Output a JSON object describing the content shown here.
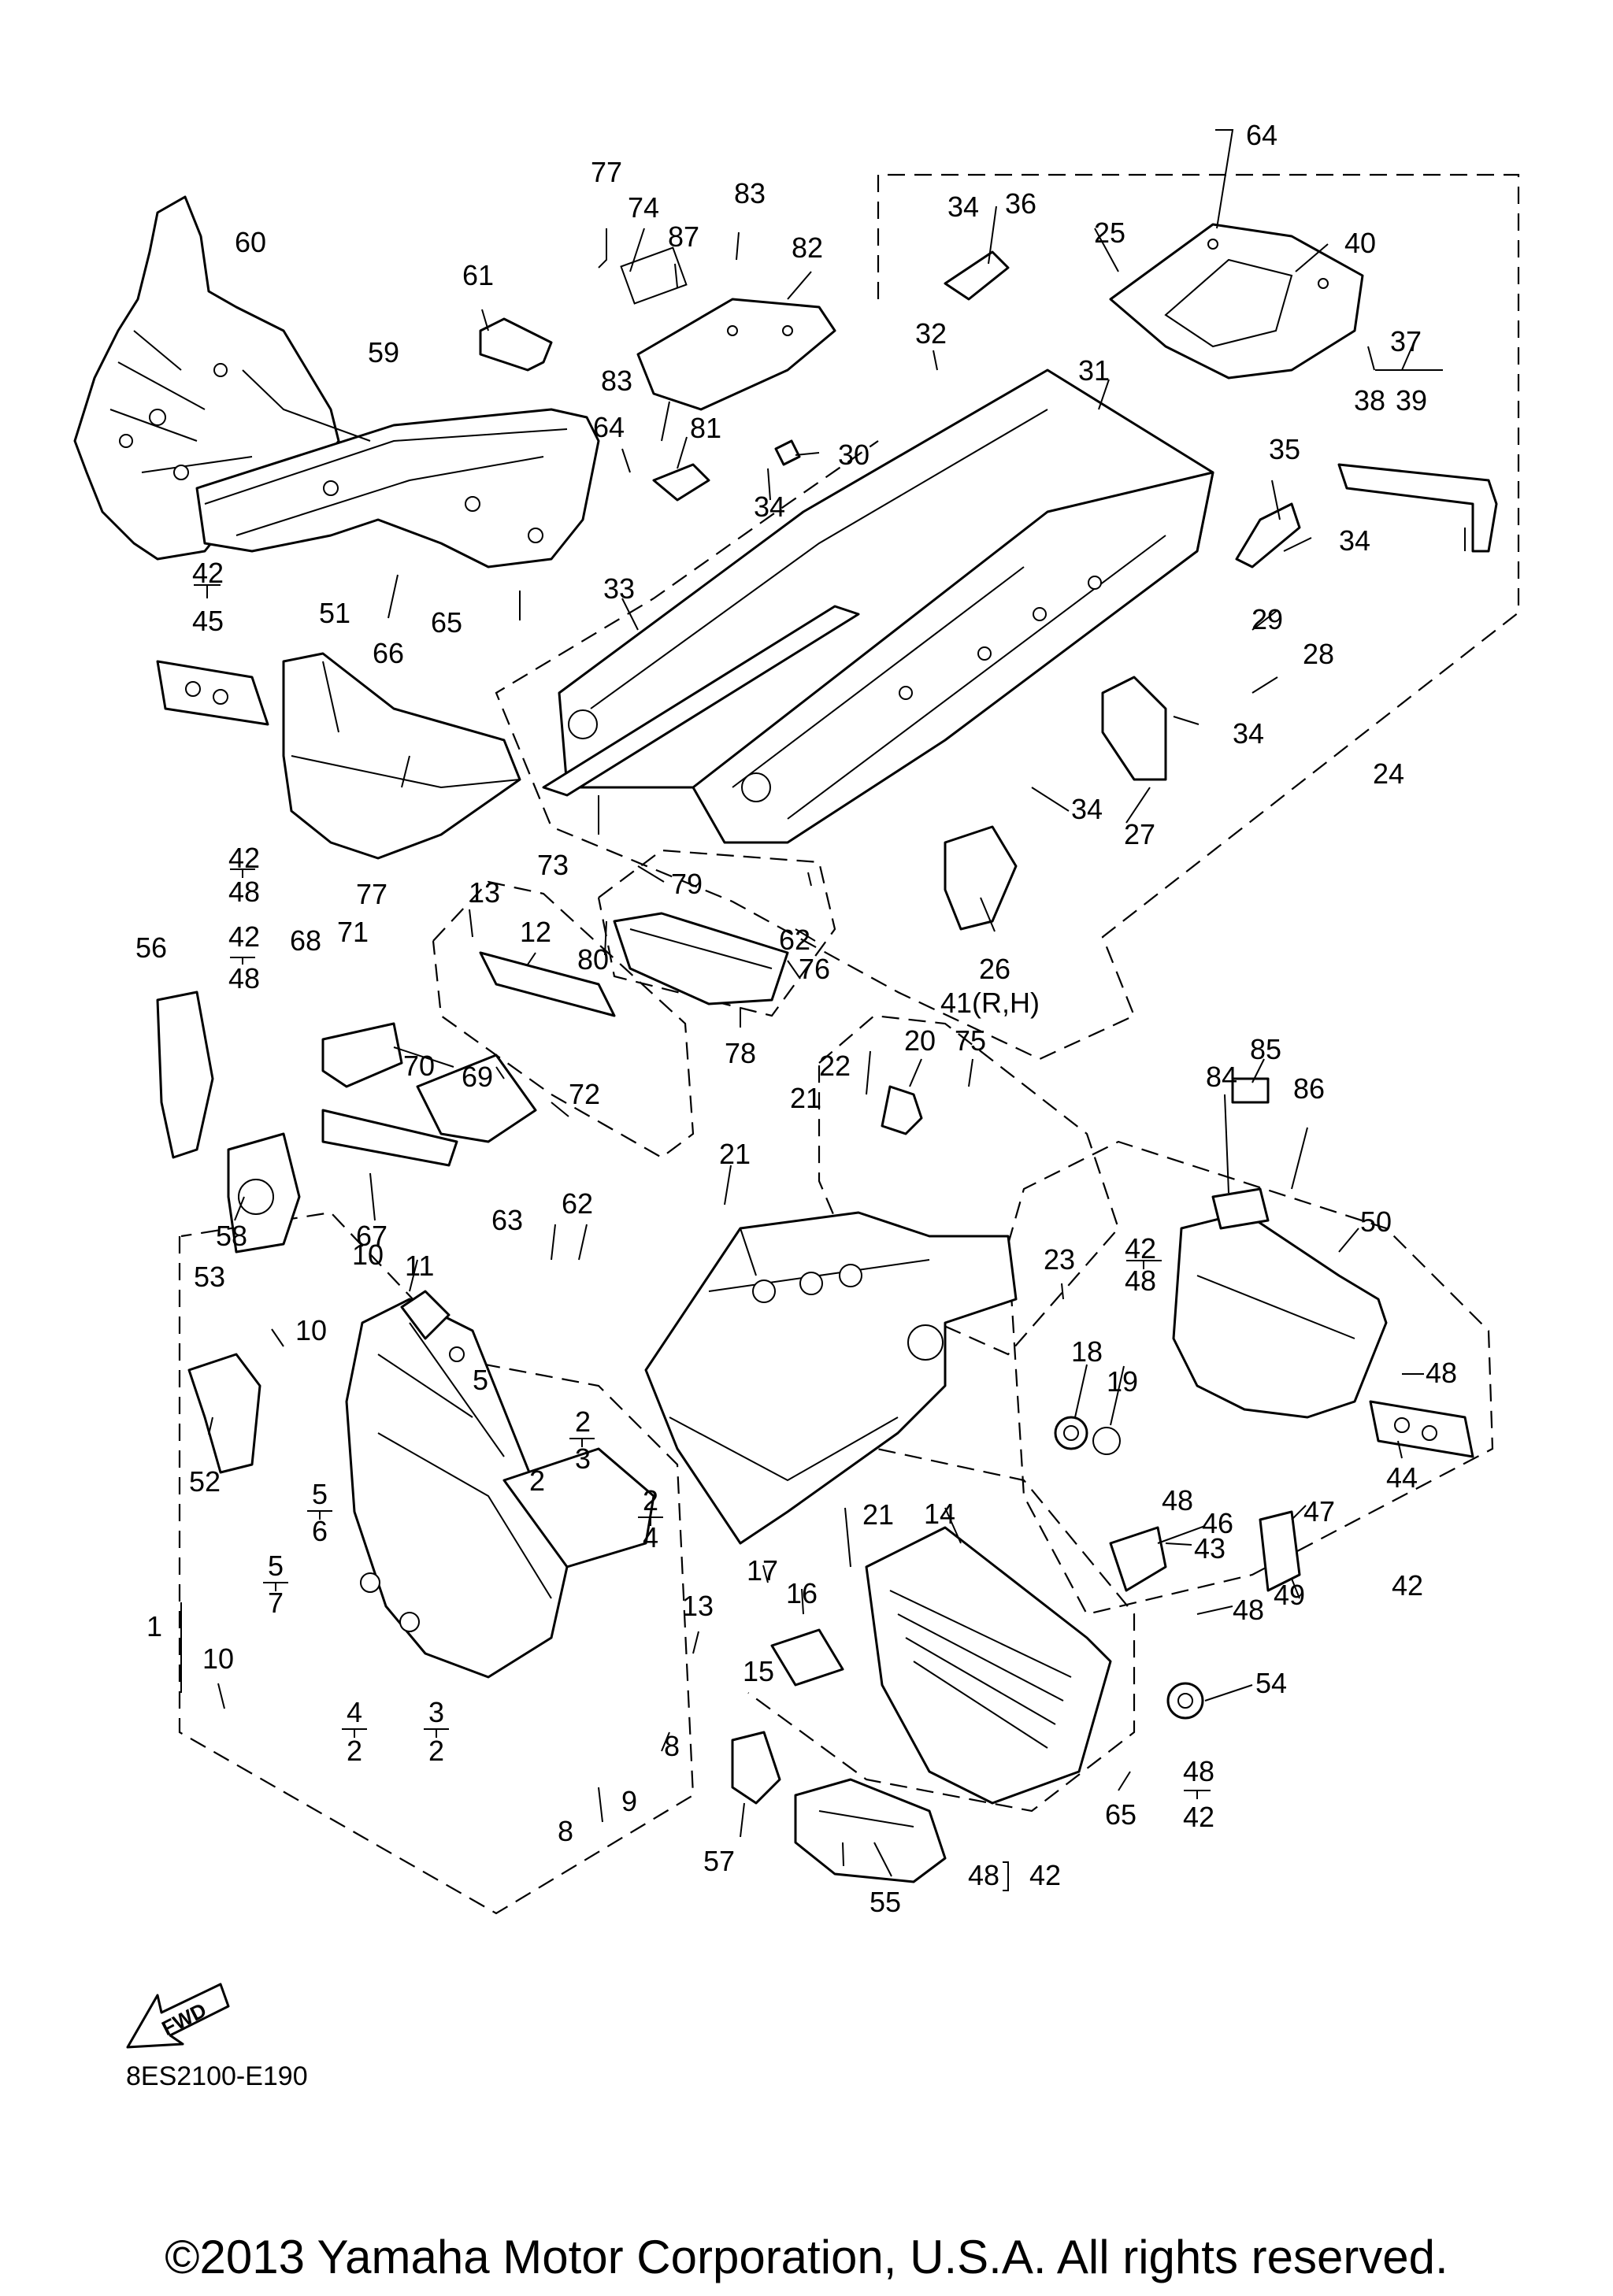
{
  "diagram": {
    "labels": [
      {
        "id": "l64a",
        "text": "64"
      },
      {
        "id": "l77a",
        "text": "77"
      },
      {
        "id": "l74",
        "text": "74"
      },
      {
        "id": "l83a",
        "text": "83"
      },
      {
        "id": "l87",
        "text": "87"
      },
      {
        "id": "l82",
        "text": "82"
      },
      {
        "id": "l34a",
        "text": "34"
      },
      {
        "id": "l36",
        "text": "36"
      },
      {
        "id": "l25",
        "text": "25"
      },
      {
        "id": "l40",
        "text": "40"
      },
      {
        "id": "l60",
        "text": "60"
      },
      {
        "id": "l61",
        "text": "61"
      },
      {
        "id": "l32",
        "text": "32"
      },
      {
        "id": "l31",
        "text": "31"
      },
      {
        "id": "l37",
        "text": "37"
      },
      {
        "id": "l38",
        "text": "38"
      },
      {
        "id": "l39",
        "text": "39"
      },
      {
        "id": "l59",
        "text": "59"
      },
      {
        "id": "l83b",
        "text": "83"
      },
      {
        "id": "l64b",
        "text": "64"
      },
      {
        "id": "l81",
        "text": "81"
      },
      {
        "id": "l30",
        "text": "30"
      },
      {
        "id": "l34b",
        "text": "34"
      },
      {
        "id": "l35",
        "text": "35"
      },
      {
        "id": "l34c",
        "text": "34"
      },
      {
        "id": "l42a",
        "text": "42"
      },
      {
        "id": "l45",
        "text": "45"
      },
      {
        "id": "l51",
        "text": "51"
      },
      {
        "id": "l33",
        "text": "33"
      },
      {
        "id": "l65a",
        "text": "65"
      },
      {
        "id": "l66",
        "text": "66"
      },
      {
        "id": "l29",
        "text": "29"
      },
      {
        "id": "l28",
        "text": "28"
      },
      {
        "id": "l34d",
        "text": "34"
      },
      {
        "id": "l24",
        "text": "24"
      },
      {
        "id": "l34e",
        "text": "34"
      },
      {
        "id": "l27",
        "text": "27"
      },
      {
        "id": "l73",
        "text": "73"
      },
      {
        "id": "l42b",
        "text": "42"
      },
      {
        "id": "l48a",
        "text": "48"
      },
      {
        "id": "l79",
        "text": "79"
      },
      {
        "id": "l13a",
        "text": "13"
      },
      {
        "id": "l12",
        "text": "12"
      },
      {
        "id": "l77b",
        "text": "77"
      },
      {
        "id": "l62a",
        "text": "62"
      },
      {
        "id": "l42c",
        "text": "42"
      },
      {
        "id": "l48b",
        "text": "48"
      },
      {
        "id": "l68",
        "text": "68"
      },
      {
        "id": "l71",
        "text": "71"
      },
      {
        "id": "l80",
        "text": "80"
      },
      {
        "id": "l76",
        "text": "76"
      },
      {
        "id": "l26",
        "text": "26"
      },
      {
        "id": "l41",
        "text": "41(R,H)"
      },
      {
        "id": "l56",
        "text": "56"
      },
      {
        "id": "l78",
        "text": "78"
      },
      {
        "id": "l70",
        "text": "70"
      },
      {
        "id": "l69",
        "text": "69"
      },
      {
        "id": "l72",
        "text": "72"
      },
      {
        "id": "l20",
        "text": "20"
      },
      {
        "id": "l75",
        "text": "75"
      },
      {
        "id": "l22",
        "text": "22"
      },
      {
        "id": "l21a",
        "text": "21"
      },
      {
        "id": "l85",
        "text": "85"
      },
      {
        "id": "l84",
        "text": "84"
      },
      {
        "id": "l86",
        "text": "86"
      },
      {
        "id": "l58",
        "text": "58"
      },
      {
        "id": "l67",
        "text": "67"
      },
      {
        "id": "l21b",
        "text": "21"
      },
      {
        "id": "l63",
        "text": "63"
      },
      {
        "id": "l62b",
        "text": "62"
      },
      {
        "id": "l42d",
        "text": "42"
      },
      {
        "id": "l48c",
        "text": "48"
      },
      {
        "id": "l50",
        "text": "50"
      },
      {
        "id": "l10a",
        "text": "10"
      },
      {
        "id": "l11",
        "text": "11"
      },
      {
        "id": "l53",
        "text": "53"
      },
      {
        "id": "l23",
        "text": "23"
      },
      {
        "id": "l10b",
        "text": "10"
      },
      {
        "id": "l5a",
        "text": "5"
      },
      {
        "id": "l18",
        "text": "18"
      },
      {
        "id": "l19",
        "text": "19"
      },
      {
        "id": "l48d",
        "text": "48"
      },
      {
        "id": "l44",
        "text": "44"
      },
      {
        "id": "l2a",
        "text": "2"
      },
      {
        "id": "l3a",
        "text": "3"
      },
      {
        "id": "l52",
        "text": "52"
      },
      {
        "id": "l2b",
        "text": "2"
      },
      {
        "id": "l4a",
        "text": "4"
      },
      {
        "id": "l5b",
        "text": "5"
      },
      {
        "id": "l6",
        "text": "6"
      },
      {
        "id": "l2c",
        "text": "2"
      },
      {
        "id": "l48e",
        "text": "48"
      },
      {
        "id": "l47",
        "text": "47"
      },
      {
        "id": "l46",
        "text": "46"
      },
      {
        "id": "l14",
        "text": "14"
      },
      {
        "id": "l21c",
        "text": "21"
      },
      {
        "id": "l43",
        "text": "43"
      },
      {
        "id": "l49",
        "text": "49"
      },
      {
        "id": "l42e",
        "text": "42"
      },
      {
        "id": "l5c",
        "text": "5"
      },
      {
        "id": "l7",
        "text": "7"
      },
      {
        "id": "l17",
        "text": "17"
      },
      {
        "id": "l16",
        "text": "16"
      },
      {
        "id": "l48f",
        "text": "48"
      },
      {
        "id": "l1",
        "text": "1"
      },
      {
        "id": "l13b",
        "text": "13"
      },
      {
        "id": "l10c",
        "text": "10"
      },
      {
        "id": "l15",
        "text": "15"
      },
      {
        "id": "l54",
        "text": "54"
      },
      {
        "id": "l4b",
        "text": "4"
      },
      {
        "id": "l2d",
        "text": "2"
      },
      {
        "id": "l3b",
        "text": "3"
      },
      {
        "id": "l2e",
        "text": "2"
      },
      {
        "id": "l8a",
        "text": "8"
      },
      {
        "id": "l48g",
        "text": "48"
      },
      {
        "id": "l42f",
        "text": "42"
      },
      {
        "id": "l9",
        "text": "9"
      },
      {
        "id": "l65b",
        "text": "65"
      },
      {
        "id": "l8b",
        "text": "8"
      },
      {
        "id": "l57",
        "text": "57"
      },
      {
        "id": "l48h",
        "text": "48"
      },
      {
        "id": "l42g",
        "text": "42"
      },
      {
        "id": "l55",
        "text": "55"
      }
    ],
    "fwd_label": "FWD",
    "drawing_code": "8ES2100-E190",
    "copyright": "©2013 Yamaha Motor Corporation, U.S.A. All rights reserved."
  }
}
